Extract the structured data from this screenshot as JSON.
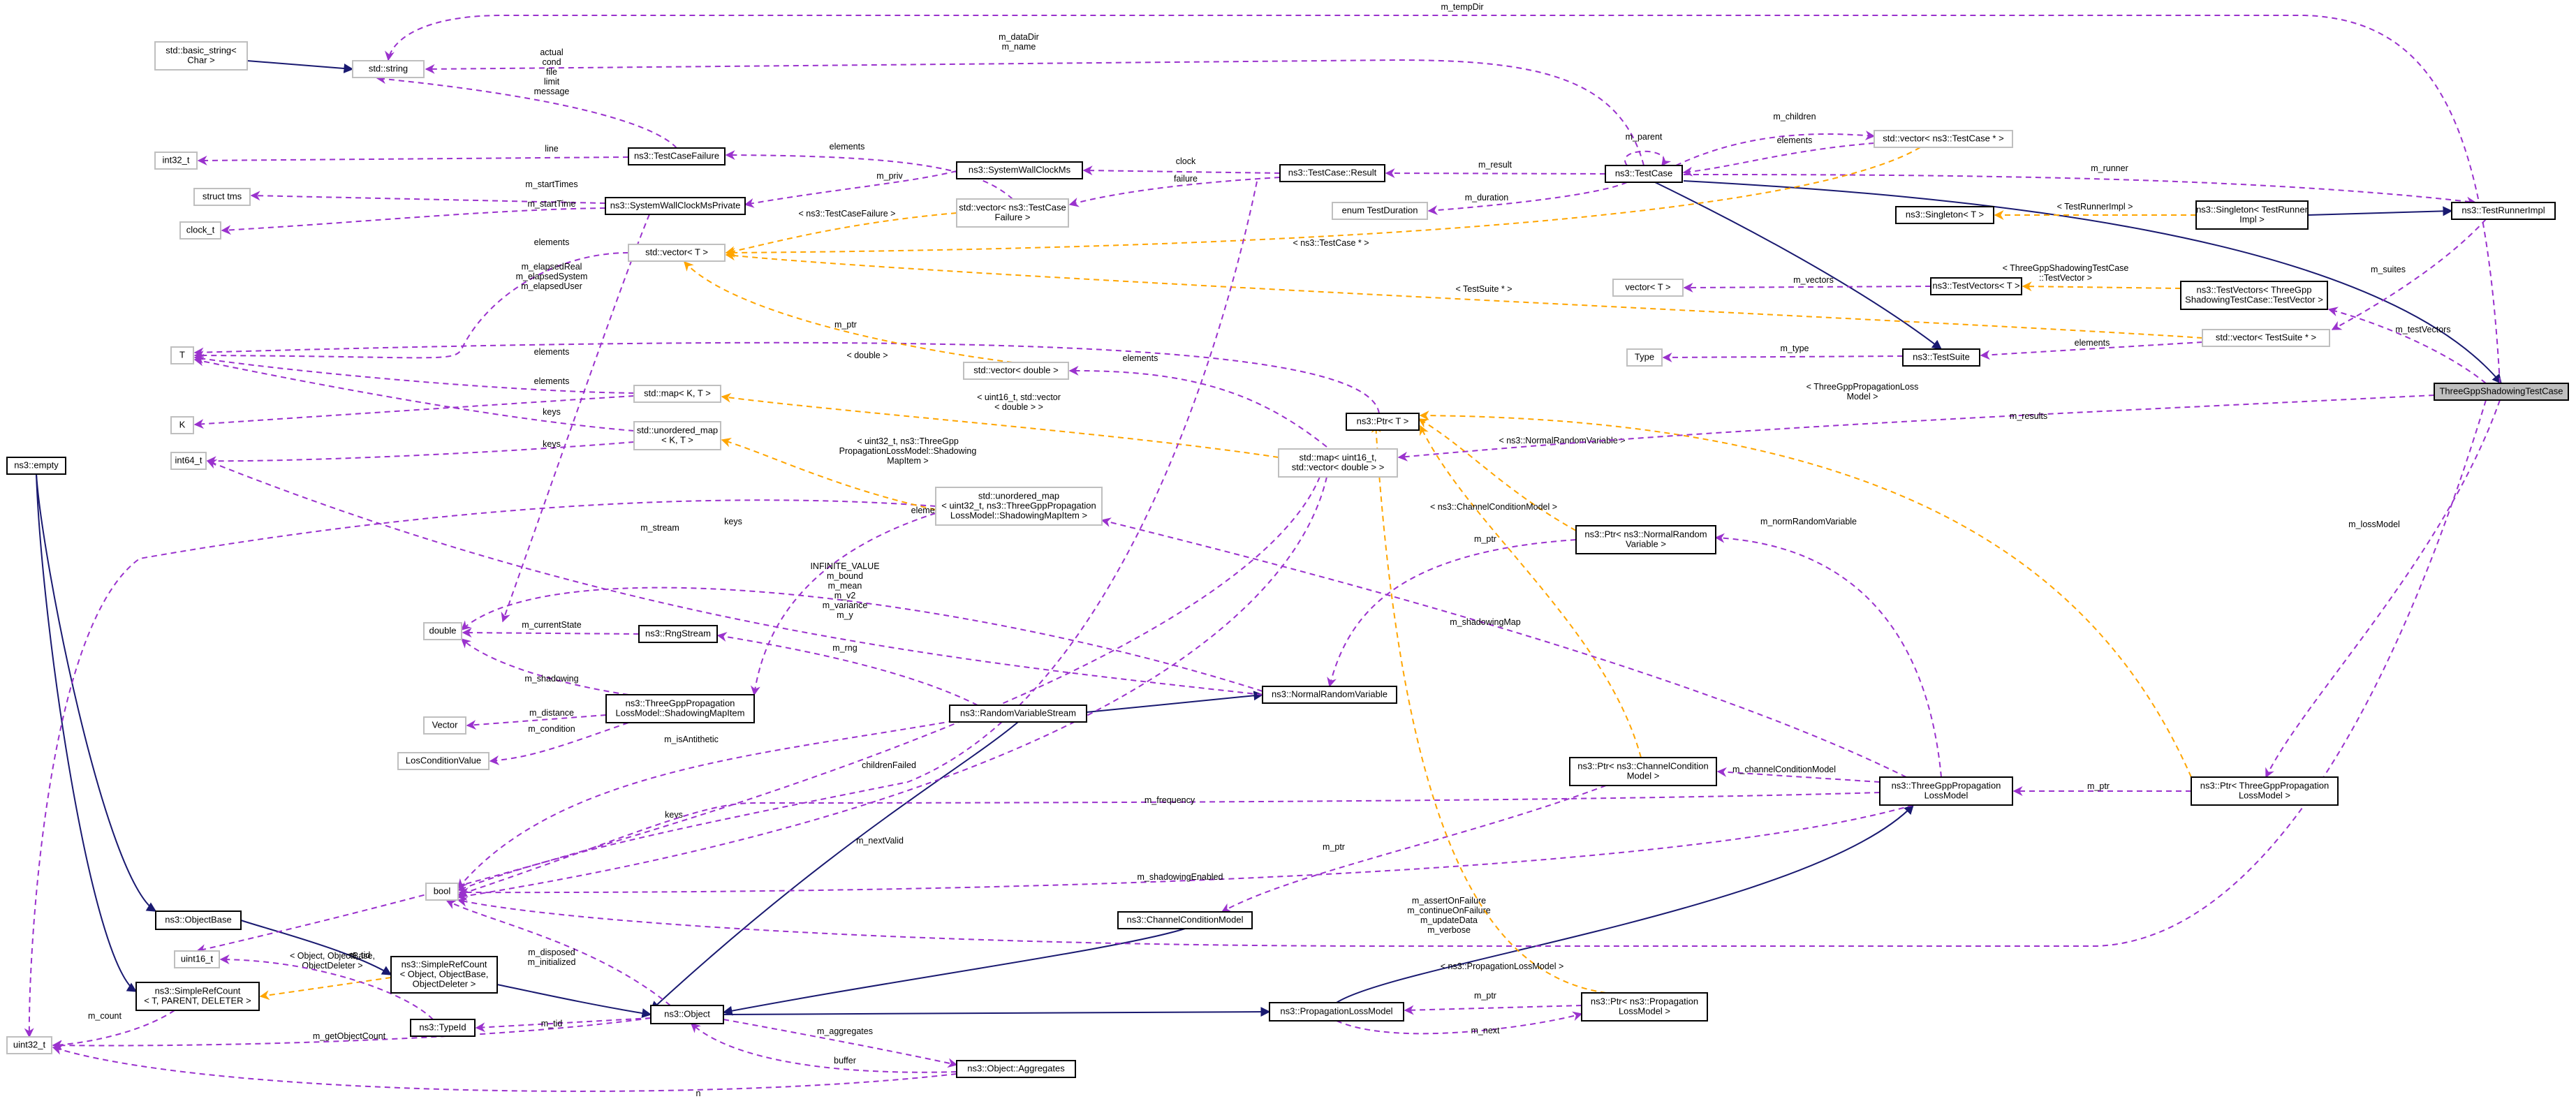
{
  "colors": {
    "use": "#9a32cd",
    "inherit": "#191970",
    "template": "#ffa500",
    "grey_border": "#bfbfbf",
    "focus_fill": "#bfbfbf"
  },
  "nodes": {
    "basic_string": [
      "std::basic_string<",
      "Char >"
    ],
    "string": [
      "std::string"
    ],
    "int32": [
      "int32_t"
    ],
    "struct_tms": [
      "struct tms"
    ],
    "clock_t": [
      "clock_t"
    ],
    "T": [
      "T"
    ],
    "K": [
      "K"
    ],
    "int64": [
      "int64_t"
    ],
    "empty": [
      "ns3::empty"
    ],
    "double": [
      "double"
    ],
    "vector_type": [
      "Vector"
    ],
    "los": [
      "LosConditionValue"
    ],
    "bool": [
      "bool"
    ],
    "objectbase": [
      "ns3::ObjectBase"
    ],
    "uint16": [
      "uint16_t"
    ],
    "simplerefcount_tpl": [
      "ns3::SimpleRefCount",
      "< T, PARENT, DELETER >"
    ],
    "uint32": [
      "uint32_t"
    ],
    "testcasefailure": [
      "ns3::TestCaseFailure"
    ],
    "wallclockpriv": [
      "ns3::SystemWallClockMsPrivate"
    ],
    "stdvector_T": [
      "std::vector< T >"
    ],
    "stdmap_KT": [
      "std::map< K, T >"
    ],
    "unordered_KT": [
      "std::unordered_map",
      "< K, T >"
    ],
    "rngstream": [
      "ns3::RngStream"
    ],
    "shadowingitem": [
      "ns3::ThreeGppPropagation",
      "LossModel::ShadowingMapItem"
    ],
    "simplerefcount": [
      "ns3::SimpleRefCount",
      "< Object, ObjectBase,",
      "ObjectDeleter >"
    ],
    "typeid": [
      "ns3::TypeId"
    ],
    "object": [
      "ns3::Object"
    ],
    "wallclock": [
      "ns3::SystemWallClockMs"
    ],
    "vec_failure": [
      "std::vector< ns3::TestCase",
      "Failure >"
    ],
    "vec_double": [
      "std::vector< double >"
    ],
    "unordered_shadow": [
      "std::unordered_map",
      "< uint32_t, ns3::ThreeGppPropagation",
      "LossModel::ShadowingMapItem >"
    ],
    "randomstream": [
      "ns3::RandomVariableStream"
    ],
    "aggregates": [
      "ns3::Object::Aggregates"
    ],
    "result": [
      "ns3::TestCase::Result"
    ],
    "enum_duration": [
      "enum TestDuration"
    ],
    "ptr_T": [
      "ns3::Ptr< T >"
    ],
    "map_uint16": [
      "std::map< uint16_t,",
      "std::vector< double > >"
    ],
    "normalrv": [
      "ns3::NormalRandomVariable"
    ],
    "channelcond": [
      "ns3::ChannelConditionModel"
    ],
    "proploss": [
      "ns3::PropagationLossModel"
    ],
    "testcase": [
      "ns3::TestCase"
    ],
    "vec_testcase": [
      "std::vector< ns3::TestCase * >"
    ],
    "vector_T2": [
      "vector< T >"
    ],
    "type_node": [
      "Type"
    ],
    "singleton_T": [
      "ns3::Singleton< T >"
    ],
    "testvectors_T": [
      "ns3::TestVectors< T >"
    ],
    "testsuite": [
      "ns3::TestSuite"
    ],
    "ptr_normal": [
      "ns3::Ptr< ns3::NormalRandom",
      "Variable >"
    ],
    "ptr_channel": [
      "ns3::Ptr< ns3::ChannelCondition",
      "Model >"
    ],
    "ptr_prop": [
      "ns3::Ptr< ns3::Propagation",
      "LossModel >"
    ],
    "threegpp": [
      "ns3::ThreeGppPropagation",
      "LossModel"
    ],
    "singleton_runner": [
      "ns3::Singleton< TestRunner",
      "Impl >"
    ],
    "testvectors_shadow": [
      "ns3::TestVectors< ThreeGpp",
      "ShadowingTestCase::TestVector >"
    ],
    "vec_suite": [
      "std::vector< TestSuite * >"
    ],
    "ptr_threegpp": [
      "ns3::Ptr< ThreeGppPropagation",
      "LossModel >"
    ],
    "runnerimpl": [
      "ns3::TestRunnerImpl"
    ],
    "focus": [
      "ThreeGppShadowingTestCase"
    ]
  },
  "edges": {
    "m_tempDir": [
      "m_tempDir"
    ],
    "m_dataDir": [
      "m_dataDir",
      "m_name"
    ],
    "tcf_strings": [
      "actual",
      "cond",
      "file",
      "limit",
      "message"
    ],
    "line": [
      "line"
    ],
    "m_priv": [
      "m_priv"
    ],
    "m_startTimes": [
      "m_startTimes"
    ],
    "m_startTime": [
      "m_startTime"
    ],
    "elements_failure": [
      "elements"
    ],
    "tc_failure": [
      "< ns3::TestCaseFailure >"
    ],
    "clock": [
      "clock"
    ],
    "failure": [
      "failure"
    ],
    "m_result": [
      "m_result"
    ],
    "m_duration": [
      "m_duration"
    ],
    "m_parent": [
      "m_parent"
    ],
    "m_children": [
      "m_children"
    ],
    "elements_tc": [
      "elements"
    ],
    "m_runner": [
      "m_runner"
    ],
    "tc_ptr_tpl": [
      "< ns3::TestCase * >"
    ],
    "testrunnerimpl_tpl": [
      "< TestRunnerImpl >"
    ],
    "elements_T": [
      "elements"
    ],
    "m_elapsed": [
      "m_elapsedReal",
      "m_elapsedSystem",
      "m_elapsedUser"
    ],
    "m_ptr_T": [
      "m_ptr"
    ],
    "elements_map": [
      "elements"
    ],
    "elements_unordered": [
      "elements"
    ],
    "keys_map": [
      "keys"
    ],
    "keys_unordered": [
      "keys"
    ],
    "double_tpl": [
      "< double >"
    ],
    "elements_vecdouble": [
      "elements"
    ],
    "m_vectors": [
      "m_vectors"
    ],
    "shadow_tv_tpl": [
      "< ThreeGppShadowingTestCase",
      "::TestVector >"
    ],
    "suite_tpl": [
      "< TestSuite * >"
    ],
    "m_type": [
      "m_type"
    ],
    "elements_suite": [
      "elements"
    ],
    "m_suites": [
      "m_suites"
    ],
    "m_testVectors": [
      "m_testVectors"
    ],
    "keys_uint32": [
      "keys"
    ],
    "uint16_tpl": [
      "< uint16_t, std::vector",
      "< double > >"
    ],
    "uint32_tpl": [
      "< uint32_t, ns3::ThreeGpp",
      "PropagationLossModel::Shadowing",
      "MapItem >"
    ],
    "elements_shadow": [
      "elements"
    ],
    "normal_tpl": [
      "< ns3::NormalRandomVariable >"
    ],
    "threegpp_tpl": [
      "< ThreeGppPropagationLoss",
      "Model >"
    ],
    "m_results": [
      "m_results"
    ],
    "m_stream": [
      "m_stream"
    ],
    "normal_doubles": [
      "INFINITE_VALUE",
      "m_bound",
      "m_mean",
      "m_v2",
      "m_variance",
      "m_y"
    ],
    "m_ptr_normal": [
      "m_ptr"
    ],
    "m_normRandomVariable": [
      "m_normRandomVariable"
    ],
    "channel_tpl": [
      "< ns3::ChannelConditionModel >"
    ],
    "m_currentState": [
      "m_currentState"
    ],
    "m_rng": [
      "m_rng"
    ],
    "m_shadowing": [
      "m_shadowing"
    ],
    "m_shadowingMap": [
      "m_shadowingMap"
    ],
    "m_distance": [
      "m_distance"
    ],
    "m_condition": [
      "m_condition"
    ],
    "m_isAntithetic": [
      "m_isAntithetic"
    ],
    "m_lossModel": [
      "m_lossModel"
    ],
    "childrenFailed": [
      "childrenFailed"
    ],
    "keys_uint16": [
      "keys"
    ],
    "m_channelConditionModel": [
      "m_channelConditionModel"
    ],
    "m_frequency": [
      "m_frequency"
    ],
    "m_ptr_threegpp": [
      "m_ptr"
    ],
    "m_nextValid": [
      "m_nextValid"
    ],
    "m_shadowingEnabled": [
      "m_shadowingEnabled"
    ],
    "m_ptr_channel": [
      "m_ptr"
    ],
    "object_tpl": [
      "< Object, ObjectBase,",
      "ObjectDeleter >"
    ],
    "m_tid_uint16": [
      "m_tid"
    ],
    "m_disposed": [
      "m_disposed",
      "m_initialized"
    ],
    "test_bools": [
      "m_assertOnFailure",
      "m_continueOnFailure",
      "m_updateData",
      "m_verbose"
    ],
    "prop_tpl": [
      "< ns3::PropagationLossModel >"
    ],
    "m_count": [
      "m_count"
    ],
    "m_tid": [
      "m_tid"
    ],
    "m_ptr_prop": [
      "m_ptr"
    ],
    "m_getObjectCount": [
      "m_getObjectCount"
    ],
    "m_aggregates": [
      "m_aggregates"
    ],
    "m_next": [
      "m_next"
    ],
    "buffer": [
      "buffer"
    ],
    "n": [
      "n"
    ]
  }
}
